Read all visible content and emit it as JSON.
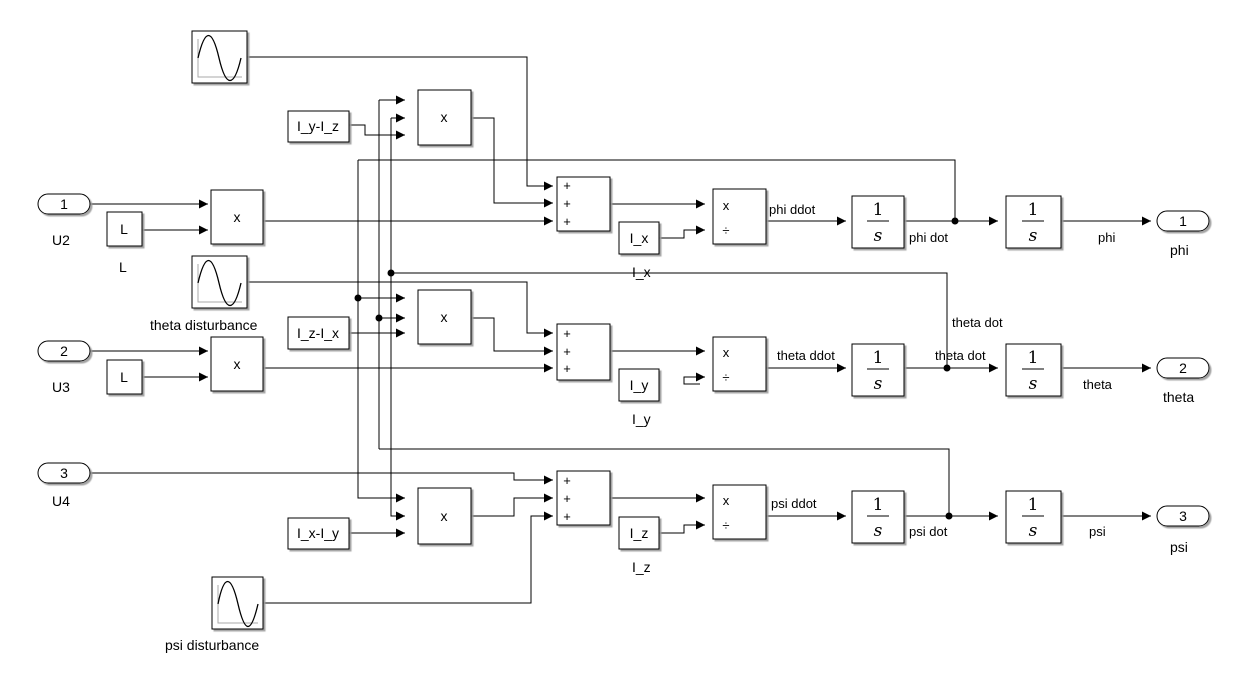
{
  "inports": [
    {
      "number": "1",
      "label": "U2"
    },
    {
      "number": "2",
      "label": "U3"
    },
    {
      "number": "3",
      "label": "U4"
    }
  ],
  "outports": [
    {
      "number": "1",
      "label": "phi"
    },
    {
      "number": "2",
      "label": "theta"
    },
    {
      "number": "3",
      "label": "psi"
    }
  ],
  "constants": {
    "L1": "L",
    "L1_label": "L",
    "L2": "L",
    "iyiz": "I_y-I_z",
    "iziz": "I_z-I_x",
    "ixiy": "I_x-I_y",
    "ix": "I_x",
    "ix_label": "I_x",
    "iy": "I_y",
    "iy_label": "I_y",
    "iz": "I_z",
    "iz_label": "I_z"
  },
  "sources": {
    "theta_disturbance": "theta disturbance",
    "psi_disturbance": "psi disturbance"
  },
  "ops": {
    "product": "x",
    "plus": "+",
    "divide": "÷",
    "int_num": "1",
    "int_den": "s"
  },
  "signals": {
    "phi_ddot": "phi ddot",
    "phi_dot": "phi dot",
    "phi": "phi",
    "theta_ddot": "theta ddot",
    "theta_dot": "theta dot",
    "theta_dot_top": "theta dot",
    "theta": "theta",
    "psi_ddot": "psi ddot",
    "psi_dot": "psi dot",
    "psi": "psi"
  }
}
